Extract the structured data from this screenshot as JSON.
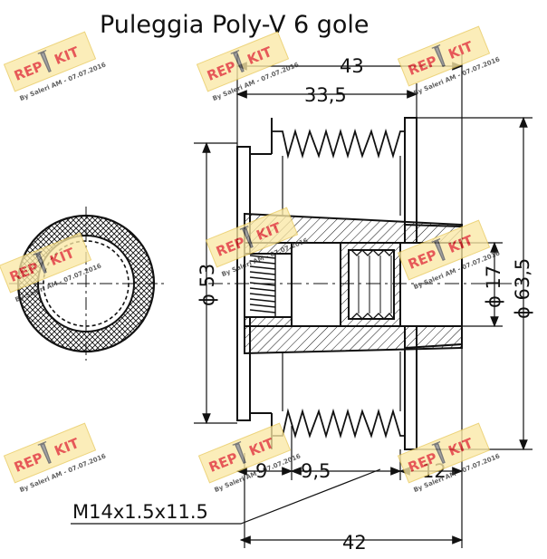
{
  "title": "Puleggia Poly-V 6 gole",
  "dimensions": {
    "overall_width": "43",
    "inner_width": "33,5",
    "left_segment": "9",
    "middle_segment": "9,5",
    "right_segment": "12",
    "base_length": "42",
    "bore_diameter": "ϕ 17",
    "pulley_diameter": "ϕ 53",
    "outer_diameter": "ϕ 63,5"
  },
  "thread_spec": "M14x1.5x11.5",
  "watermark": {
    "brand_left": "REP",
    "brand_right": "KIT",
    "credit": "By Saleri AM - 07.07.2016"
  },
  "colors": {
    "line": "#111111",
    "watermark_fill": "#fbe9a6",
    "watermark_text": "#e02a2a"
  }
}
